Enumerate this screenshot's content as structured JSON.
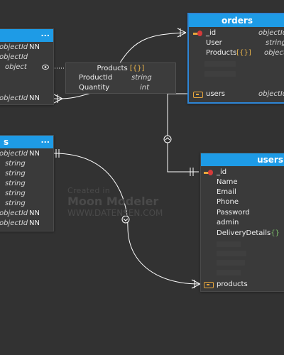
{
  "left_table_top": {
    "menu": "...",
    "rows": [
      {
        "type": "objectId",
        "nn": "NN"
      },
      {
        "type": "objectId",
        "nn": ""
      },
      {
        "type": "object",
        "nn": ""
      },
      {
        "type": "objectId",
        "nn": "NN"
      }
    ]
  },
  "embedded_products": {
    "title": "Products",
    "json": "[{}]",
    "fields": [
      {
        "name": "ProductId",
        "type": "string"
      },
      {
        "name": "Quantity",
        "type": "int"
      }
    ]
  },
  "left_table_bottom": {
    "title": "s",
    "menu": "...",
    "rows": [
      {
        "type": "objectId",
        "nn": "NN"
      },
      {
        "type": "string",
        "nn": ""
      },
      {
        "type": "string",
        "nn": ""
      },
      {
        "type": "string",
        "nn": ""
      },
      {
        "type": "string",
        "nn": ""
      },
      {
        "type": "string",
        "nn": ""
      },
      {
        "type": "objectId",
        "nn": "NN"
      },
      {
        "type": "objectId",
        "nn": "NN"
      }
    ]
  },
  "orders": {
    "title": "orders",
    "fields": [
      {
        "name": "_id",
        "type": "objectId"
      },
      {
        "name": "User",
        "type": "string"
      },
      {
        "name": "Products",
        "json": "[{}]",
        "type": "object"
      }
    ],
    "ref_field": {
      "name": "users",
      "type": "objectId"
    }
  },
  "users": {
    "title": "users",
    "fields": [
      {
        "name": "_id"
      },
      {
        "name": "Name"
      },
      {
        "name": "Email"
      },
      {
        "name": "Phone"
      },
      {
        "name": "Password"
      },
      {
        "name": "admin"
      },
      {
        "name": "DeliveryDetails",
        "json": "{}"
      }
    ],
    "ref_field": {
      "name": "products"
    }
  },
  "watermark": {
    "line1": "Created in",
    "line2": "Moon Modeler",
    "line3": "WWW.DATENSEN.COM"
  },
  "colors": {
    "background": "#323232",
    "table_header": "#1e9be6",
    "table_body": "#3a3a3a",
    "selection_border": "#2e86d6",
    "line": "#ffffff"
  }
}
